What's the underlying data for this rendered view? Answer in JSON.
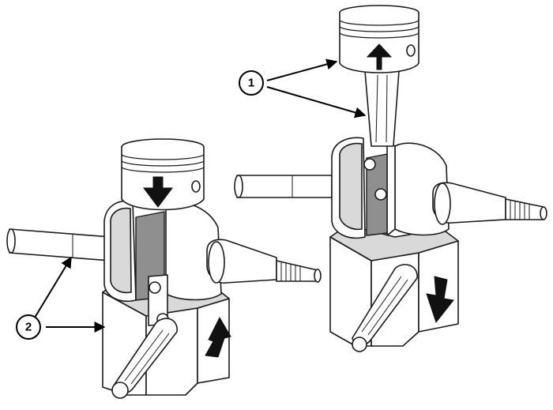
{
  "callouts": [
    {
      "id": "1",
      "label": "1"
    },
    {
      "id": "2",
      "label": "2"
    }
  ],
  "colors": {
    "line": "#1a1a1a",
    "shade": "#d9d9d9",
    "dark": "#8f8f8f",
    "background": "#ffffff"
  }
}
